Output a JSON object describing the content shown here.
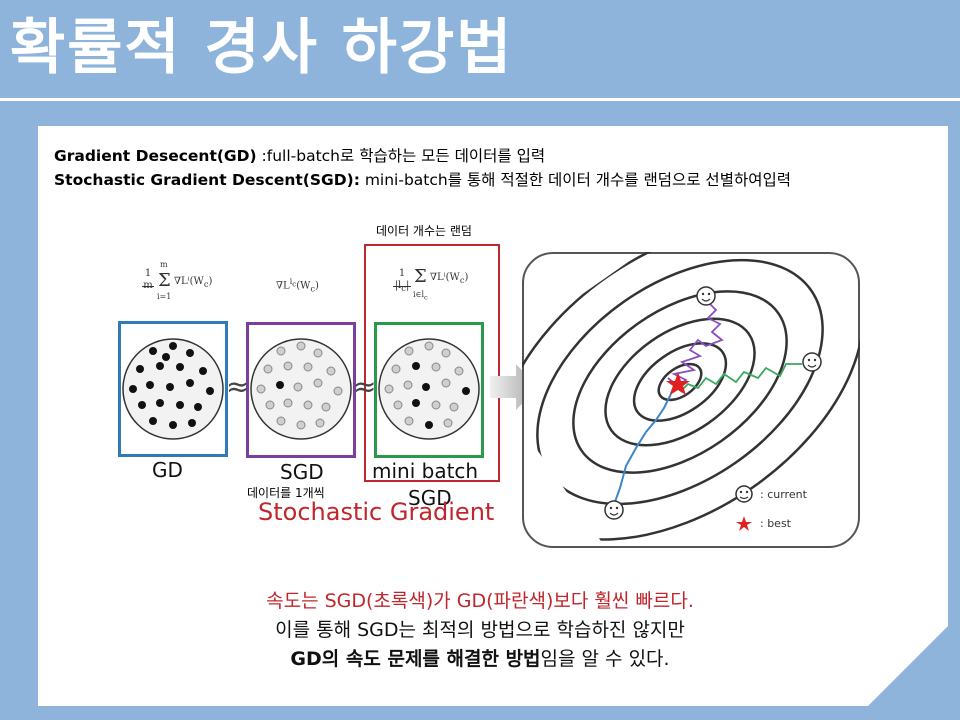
{
  "slide": {
    "title": "확률적 경사 하강법",
    "def_gd_term": "Gradient Desecent(GD)",
    "def_gd_text": " :full-batch로 학습하는 모든 데이터를 입력",
    "def_sgd_term": "Stochastic Gradient Descent(SGD):",
    "def_sgd_text": " mini-batch를 통해 적절한 데이터 개수를 랜덤으로 선별하여입력"
  },
  "figure": {
    "random_note": "데이터 개수는 랜덤",
    "label_gd": "GD",
    "label_sgd": "SGD",
    "note_sgd": "데이터를 1개씩",
    "label_mb1": "mini batch",
    "label_mb2": "SGD",
    "stochastic": "Stochastic Gradient",
    "approx1": "≈",
    "approx2": "≈",
    "legend_current": ": current",
    "legend_best": ": best",
    "formula_gd_frac": "1/m",
    "formula_gd": "Σ ∇Lⁱ(W꜀)",
    "formula_gd_sub": "i=1",
    "formula_gd_sup": "m",
    "formula_sgd": "∇Lⁱ꜀(W꜀)",
    "formula_mb_frac": "1/|l꜀|",
    "formula_mb": "Σ ∇Lⁱ(W꜀)",
    "formula_mb_sub": "i∈l꜀",
    "colors": {
      "gd": "#2e7bb8",
      "sgd": "#7b3fa0",
      "mb": "#2a9a4a",
      "red": "#c0262d"
    }
  },
  "bottom": {
    "line1": "속도는 SGD(초록색)가 GD(파란색)보다 훨씬 빠르다.",
    "line2": "이를 통해 SGD는 최적의 방법으로 학습하진 않지만",
    "line3_bold": "GD의 속도 문제를 해결한 방법",
    "line3_rest": "임을 알 수 있다."
  }
}
